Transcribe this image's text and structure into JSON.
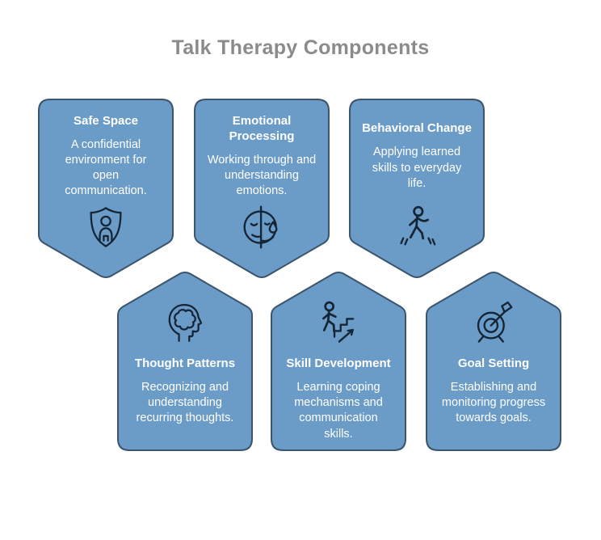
{
  "title": "Talk Therapy Components",
  "colors": {
    "card_fill": "#6B9BC7",
    "card_border": "#3A556C",
    "icon_stroke": "#142535",
    "title_color": "#8B8B8B",
    "card_text": "#FFFFFF",
    "background": "#FFFFFF"
  },
  "cards": [
    {
      "id": "safe-space",
      "row": "top",
      "title": "Safe Space",
      "description": "A confidential\nenvironment for\nopen\ncommunication.",
      "icon": "shield-person-icon"
    },
    {
      "id": "emotional-processing",
      "row": "top",
      "title": "Emotional\nProcessing",
      "description": "Working through and\nunderstanding\nemotions.",
      "icon": "half-face-tear-icon"
    },
    {
      "id": "behavioral-change",
      "row": "top",
      "title": "Behavioral Change",
      "description": "Applying learned\nskills to everyday\nlife.",
      "icon": "walking-person-icon"
    },
    {
      "id": "thought-patterns",
      "row": "bottom",
      "title": "Thought Patterns",
      "description": "Recognizing and\nunderstanding\nrecurring thoughts.",
      "icon": "head-puzzle-icon"
    },
    {
      "id": "skill-development",
      "row": "bottom",
      "title": "Skill Development",
      "description": "Learning coping\nmechanisms and\ncommunication\nskills.",
      "icon": "stairs-person-icon"
    },
    {
      "id": "goal-setting",
      "row": "bottom",
      "title": "Goal Setting",
      "description": "Establishing and\nmonitoring progress\ntowards goals.",
      "icon": "target-arrow-icon"
    }
  ]
}
